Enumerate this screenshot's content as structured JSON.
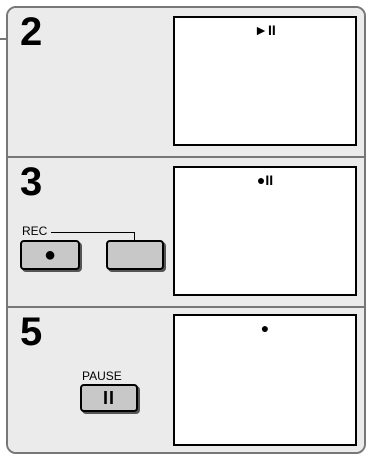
{
  "steps": [
    {
      "number": "2",
      "indicator": "►II"
    },
    {
      "number": "3",
      "indicator": "●II",
      "button_label": "REC"
    },
    {
      "number": "5",
      "indicator": "●",
      "button_label": "PAUSE"
    }
  ],
  "icons": {
    "rec_button_symbol": "●",
    "pause_button_symbol": "II"
  }
}
